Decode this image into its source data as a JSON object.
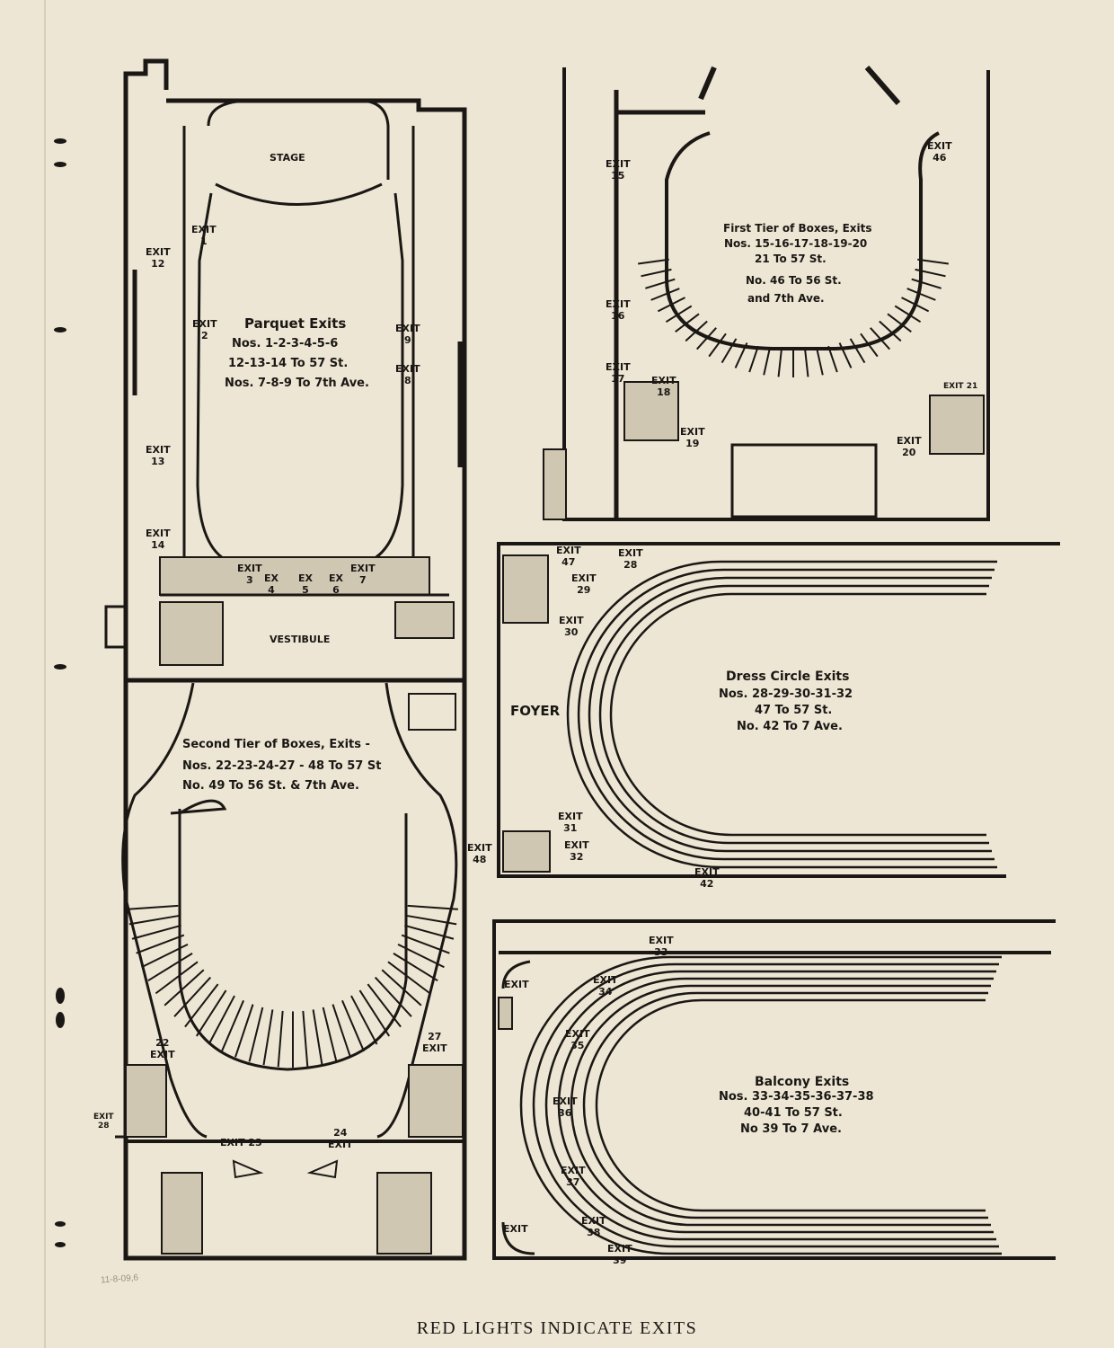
{
  "footer": "RED LIGHTS INDICATE EXITS",
  "pencil_note": "11-8-09,6",
  "parquet": {
    "stage": "STAGE",
    "vestibule": "VESTIBULE",
    "title": "Parquet Exits",
    "line1": "Nos. 1-2-3-4-5-6",
    "line2": "12-13-14 To 57 St.",
    "line3": "Nos. 7-8-9 To 7th Ave.",
    "exits": [
      "EXIT\n1",
      "EXIT\n2",
      "EXIT\n9",
      "EXIT\n8",
      "EXIT\n12",
      "EXIT\n13",
      "EXIT\n14",
      "EXIT\n3",
      "EX\n4",
      "EX\n5",
      "EX\n6",
      "EXIT\n7"
    ]
  },
  "first_tier": {
    "title": "First Tier of Boxes, Exits",
    "line1": "Nos. 15-16-17-18-19-20",
    "line2": "21 To 57 St.",
    "line3": "No. 46 To 56 St.",
    "line4": "and 7th Ave.",
    "exits": [
      "EXIT\n15",
      "EXIT\n16",
      "EXIT\n17",
      "EXIT\n18",
      "EXIT\n19",
      "EXIT\n20",
      "EXIT\n46",
      "EXIT 21"
    ]
  },
  "dress_circle": {
    "foyer": "FOYER",
    "title": "Dress Circle Exits",
    "line1": "Nos. 28-29-30-31-32",
    "line2": "47 To 57 St.",
    "line3": "No. 42 To 7 Ave.",
    "exits": [
      "EXIT\n47",
      "EXIT\n28",
      "EXIT\n29",
      "EXIT\n30",
      "EXIT\n31",
      "EXIT\n32",
      "EXIT\n42"
    ]
  },
  "second_tier": {
    "title": "Second Tier of Boxes, Exits -",
    "line1": "Nos. 22-23-24-27 - 48 To 57 St",
    "line2": "No. 49 To 56 St. & 7th Ave.",
    "exits": [
      "EXIT\n48",
      "22\nEXIT",
      "27\nEXIT",
      "EXIT\n28",
      "EXIT 23",
      "24\nEXIT"
    ]
  },
  "balcony": {
    "title": "Balcony Exits",
    "line1": "Nos. 33-34-35-36-37-38",
    "line2": "40-41 To 57 St.",
    "line3": "No 39 To 7 Ave.",
    "exits": [
      "EXIT\n33",
      "EXIT\n34",
      "EXIT\n35",
      "EXIT\n36",
      "EXIT\n37",
      "EXIT\n38",
      "EXIT\n39",
      "EXIT",
      "EXIT"
    ]
  }
}
